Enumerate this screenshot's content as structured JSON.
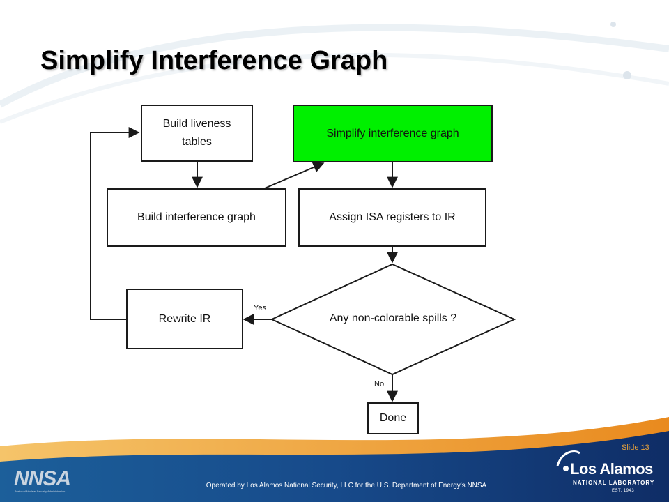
{
  "slide": {
    "title": "Simplify Interference Graph",
    "slide_number": "Slide 13",
    "footer": "Operated by Los Alamos National Security, LLC for the U.S. Department of Energy's NNSA"
  },
  "flowchart": {
    "nodes": [
      {
        "id": "build-liveness",
        "lines": [
          "Build liveness",
          "tables"
        ]
      },
      {
        "id": "simplify",
        "lines": [
          "Simplify interference graph"
        ],
        "highlight": true
      },
      {
        "id": "build-interference",
        "lines": [
          "Build interference graph"
        ]
      },
      {
        "id": "assign-isa",
        "lines": [
          "Assign ISA registers to IR"
        ]
      },
      {
        "id": "rewrite-ir",
        "lines": [
          "Rewrite IR"
        ]
      },
      {
        "id": "decision",
        "lines": [
          "Any non-colorable spills ?"
        ],
        "shape": "diamond"
      },
      {
        "id": "done",
        "lines": [
          "Done"
        ]
      }
    ],
    "edges": [
      {
        "from": "build-liveness",
        "to": "build-interference"
      },
      {
        "from": "build-interference",
        "to": "simplify"
      },
      {
        "from": "simplify",
        "to": "assign-isa"
      },
      {
        "from": "assign-isa",
        "to": "decision"
      },
      {
        "from": "decision",
        "to": "rewrite-ir",
        "label": "Yes"
      },
      {
        "from": "decision",
        "to": "done",
        "label": "No"
      },
      {
        "from": "rewrite-ir",
        "to": "build-liveness"
      }
    ],
    "highlight_color": "#00f000"
  },
  "branding": {
    "lab_name": "Los Alamos",
    "lab_subtitle": "NATIONAL LABORATORY",
    "lab_est": "EST. 1943",
    "agency_logo": "NNSA",
    "agency_logo_subtitle": "National Nuclear Security Administration",
    "accent_orange": "#e9a23a",
    "footer_blue": "#1b3f86"
  }
}
